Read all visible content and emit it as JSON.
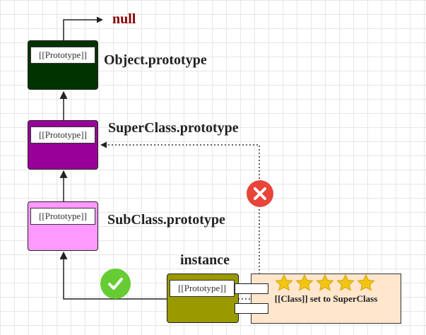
{
  "diagram": {
    "null_label": "null",
    "slot_label": "[[Prototype]]",
    "nodes": [
      {
        "id": "object-prototype",
        "label": "Object.prototype",
        "fill": "#003300"
      },
      {
        "id": "superclass-prototype",
        "label": "SuperClass.prototype",
        "fill": "#990099"
      },
      {
        "id": "subclass-prototype",
        "label": "SubClass.prototype",
        "fill": "#ff99ff"
      },
      {
        "id": "instance",
        "label": "instance",
        "fill": "#999900"
      }
    ],
    "note": {
      "text": "[[Class]] set to SuperClass",
      "fill": "#ffe6cc",
      "star_count": 5
    },
    "colors": {
      "valid_badge": "#66cc33",
      "invalid_badge": "#e8443a",
      "null_text": "#8b0000",
      "star": "#f2c511"
    },
    "icons": [
      "check-icon",
      "cross-icon",
      "star-icon"
    ]
  }
}
